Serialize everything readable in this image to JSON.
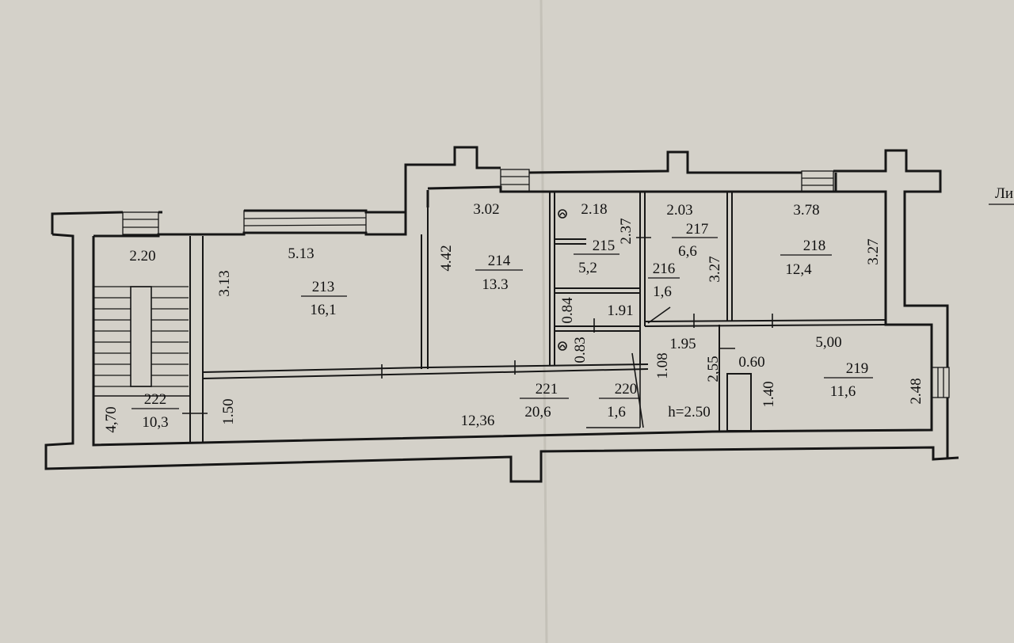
{
  "sheet_edge_text": "Ли",
  "ceiling_height": "h=2.50",
  "rooms": [
    {
      "number": "213",
      "area": "16,1"
    },
    {
      "number": "214",
      "area": "13.3"
    },
    {
      "number": "215",
      "area": "5,2"
    },
    {
      "number": "216",
      "area": "1,6"
    },
    {
      "number": "217",
      "area": "6,6"
    },
    {
      "number": "218",
      "area": "12,4"
    },
    {
      "number": "219",
      "area": "11,6"
    },
    {
      "number": "220",
      "area": "1,6"
    },
    {
      "number": "221",
      "area": "20,6"
    },
    {
      "number": "222",
      "area": "10,3"
    }
  ],
  "dimensions": {
    "d220": "2.20",
    "d513": "5.13",
    "d302": "3.02",
    "d218": "2.18",
    "d203": "2.03",
    "d378": "3.78",
    "d313": "3.13",
    "d442": "4.42",
    "d237": "2.37",
    "d327a": "3.27",
    "d327b": "3.27",
    "d084": "0.84",
    "d191": "1.91",
    "d083": "0.83",
    "d108": "1.08",
    "d195": "1.95",
    "d255": "2,55",
    "d060": "0.60",
    "d500": "5,00",
    "d140": "1.40",
    "d248": "2.48",
    "d150": "1.50",
    "d470": "4,70",
    "d1236": "12,36"
  }
}
